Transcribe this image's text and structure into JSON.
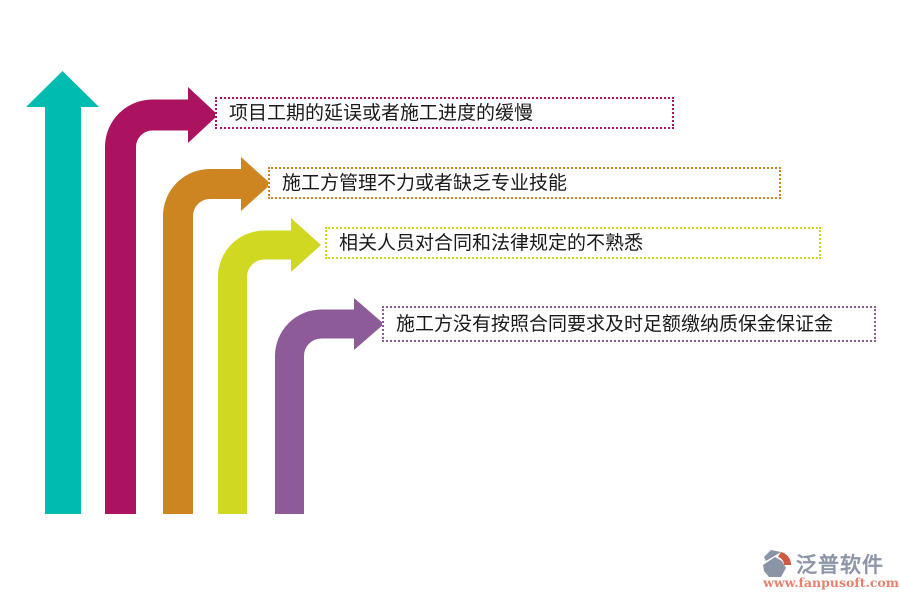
{
  "diagram": {
    "up_arrow": {
      "color": "#00bcb0"
    },
    "text_color": "#1a1a1a",
    "items": [
      {
        "label": "项目工期的延误或者施工进度的缓慢",
        "color": "#ab1260"
      },
      {
        "label": "施工方管理不力或者缺乏专业技能",
        "color": "#cc8520"
      },
      {
        "label": "相关人员对合同和法律规定的不熟悉",
        "color": "#d0d822"
      },
      {
        "label": "施工方没有按照合同要求及时足额缴纳质保金保证金",
        "color": "#8e5b99"
      }
    ]
  },
  "watermark": {
    "brand": "泛普软件",
    "url": "www.fanpusoft.com",
    "brand_color": "#8d96a8",
    "url_color": "#e4826f",
    "logo": {
      "base_color": "#8b94a6",
      "accent_color": "#cd5a41"
    }
  }
}
